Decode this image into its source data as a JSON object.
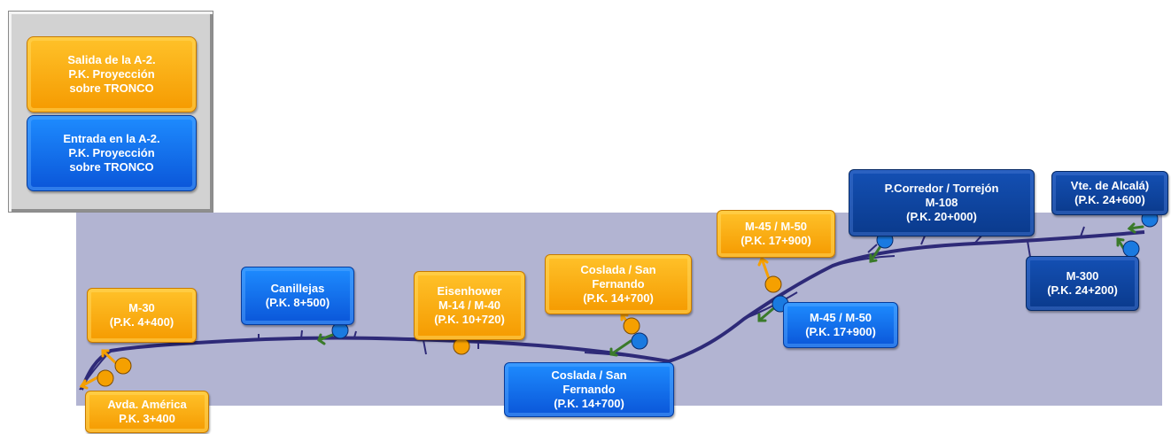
{
  "legend": {
    "salida": "Salida de la A-2.\nP.K.  Proyección\nsobre TRONCO",
    "entrada": "Entrada en la A-2.\nP.K.  Proyección\nsobre TRONCO"
  },
  "labels": {
    "m30": "M-30\n(P.K. 4+400)",
    "avda_america": "Avda. América\nP.K. 3+400",
    "canillejas": "Canillejas\n(P.K. 8+500)",
    "eisenhower": "Eisenhower\nM-14 / M-40\n(P.K. 10+720)",
    "coslada_salida": "Coslada / San\nFernando\n(P.K. 14+700)",
    "coslada_entrada": "Coslada / San\nFernando\n(P.K. 14+700)",
    "m45_salida": "M-45 / M-50\n(P.K. 17+900)",
    "m45_entrada": "M-45 / M-50\n(P.K. 17+900)",
    "corredor": "P.Corredor / Torrejón\nM-108\n(P.K. 20+000)",
    "alcala": "Vte. de Alcalá)\n(P.K. 24+600)",
    "m300": "M-300\n(P.K. 24+200)"
  },
  "colors": {
    "salida": "#f5a000",
    "entrada": "#0a6af0",
    "entrada_dark": "#0d3f96",
    "road": "#2e2a78",
    "arrow": "#3a7a2a",
    "map_bg": "#b2b4d2"
  }
}
